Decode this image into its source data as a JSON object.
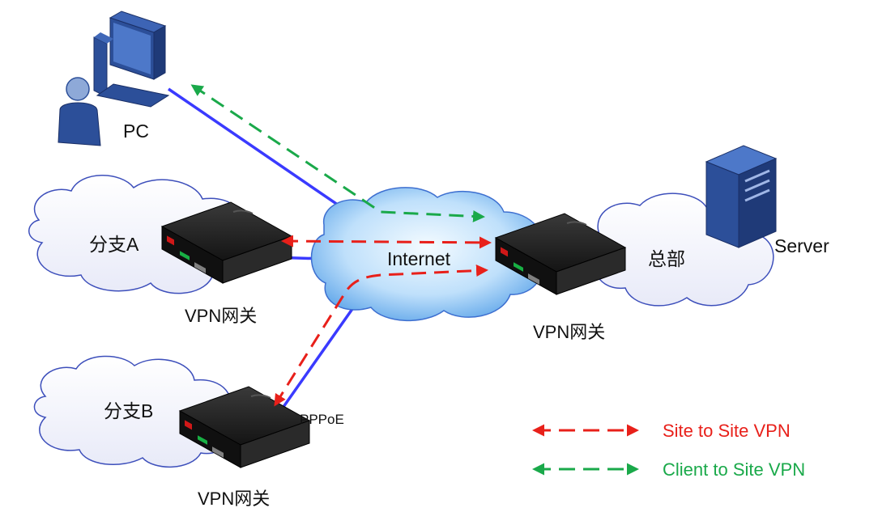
{
  "labels": {
    "pc": "PC",
    "server": "Server",
    "internet": "Internet",
    "branch_a": "分支A",
    "branch_b": "分支B",
    "hq": "总部",
    "gateway_a": "VPN网关",
    "gateway_hq": "VPN网关",
    "gateway_b": "VPN网关",
    "pppoe": "PPPoE"
  },
  "legend": [
    {
      "label": "Site to Site VPN",
      "color": "#e8201a"
    },
    {
      "label": "Client to Site VPN",
      "color": "#1aa94a"
    }
  ],
  "colors": {
    "physical_link": "#3a3aff",
    "cloud_fill": "#f4f4ff",
    "internet_fill": "#5aa8f0",
    "device_body": "#1b1b1b",
    "computer": "#2c4f99"
  },
  "icons": [
    "pc-user-icon",
    "server-icon",
    "vpn-gateway-icon",
    "cloud-icon",
    "internet-cloud-icon"
  ]
}
